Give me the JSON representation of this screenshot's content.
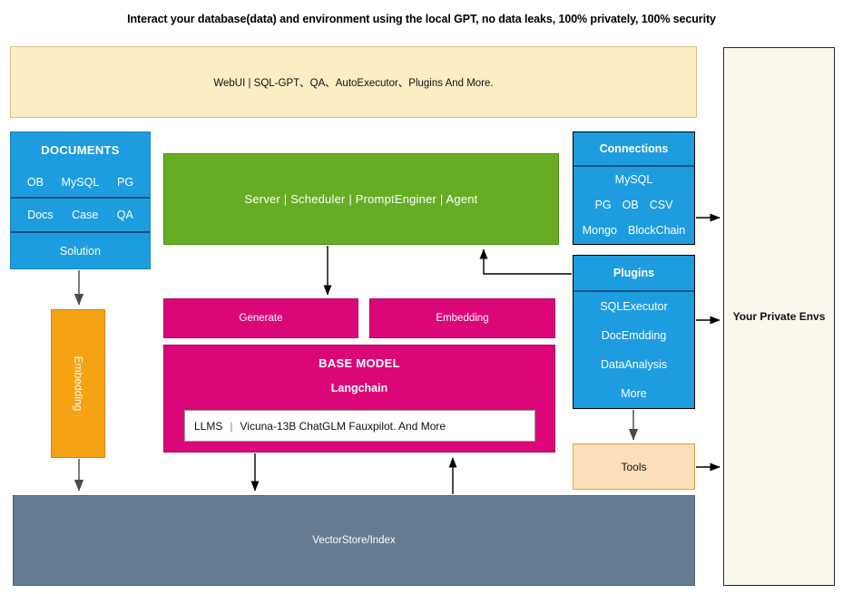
{
  "headline": "Interact your database(data) and environment using the local GPT, no data leaks, 100% privately, 100% security",
  "webui": {
    "label": "WebUI | SQL-GPT、QA、AutoExecutor、Plugins And More.",
    "color": "#FCEDC4"
  },
  "private_envs": {
    "label": "Your Private Envs",
    "color": "#FAF8EC"
  },
  "documents": {
    "title": "DOCUMENTS",
    "databases": [
      "OB",
      "MySQL",
      "PG"
    ],
    "kinds": [
      "Docs",
      "Case",
      "QA"
    ],
    "solution": "Solution",
    "color": "#1E9CE0"
  },
  "server": {
    "label": "Server | Scheduler  | PromptEnginer   |  Agent",
    "color": "#67AD24"
  },
  "connections": {
    "title": "Connections",
    "rows": [
      [
        "MySQL"
      ],
      [
        "PG",
        "OB",
        "CSV"
      ],
      [
        "Mongo",
        "BlockChain"
      ]
    ],
    "color": "#1E9CE0"
  },
  "plugins": {
    "title": "Plugins",
    "items": [
      "SQLExecutor",
      "DocEmdding",
      "DataAnalysis",
      "More"
    ],
    "color": "#1E9CE0"
  },
  "generate": {
    "label": "Generate",
    "color": "#DB0678"
  },
  "embedding_pink": {
    "label": "Embedding",
    "color": "#DB0678"
  },
  "base_model": {
    "title": "BASE MODEL",
    "subtitle": "Langchain",
    "llms_label": "LLMS",
    "separator": "|",
    "llms_list": "Vicuna-13B    ChatGLM   Fauxpilot. And More",
    "color": "#DB0678"
  },
  "embedding_orange": {
    "label": "Embedding",
    "color": "#F5A214"
  },
  "tools": {
    "label": "Tools",
    "color": "#FDDEBB"
  },
  "vectorstore": {
    "label": "VectorStore/Index",
    "color": "#647B91"
  },
  "chart_data": {
    "type": "diagram",
    "title": "Interact your database(data) and environment using the local GPT, no data leaks, 100% privately, 100% security",
    "nodes": [
      {
        "id": "webui",
        "label": "WebUI | SQL-GPT、QA、AutoExecutor、Plugins And More.",
        "color": "#FCEDC4"
      },
      {
        "id": "documents",
        "label": "DOCUMENTS",
        "color": "#1E9CE0"
      },
      {
        "id": "server",
        "label": "Server | Scheduler | PromptEnginer | Agent",
        "color": "#67AD24"
      },
      {
        "id": "connections",
        "label": "Connections",
        "color": "#1E9CE0"
      },
      {
        "id": "plugins",
        "label": "Plugins",
        "color": "#1E9CE0"
      },
      {
        "id": "generate",
        "label": "Generate",
        "color": "#DB0678"
      },
      {
        "id": "embedding_pink",
        "label": "Embedding",
        "color": "#DB0678"
      },
      {
        "id": "base_model",
        "label": "BASE MODEL / Langchain",
        "color": "#DB0678"
      },
      {
        "id": "embedding_orange",
        "label": "Embedding",
        "color": "#F5A214"
      },
      {
        "id": "tools",
        "label": "Tools",
        "color": "#FDDEBB"
      },
      {
        "id": "vectorstore",
        "label": "VectorStore/Index",
        "color": "#647B91"
      },
      {
        "id": "private_envs",
        "label": "Your Private Envs",
        "color": "#FAF8EC"
      }
    ],
    "edges": [
      {
        "from": "documents",
        "to": "embedding_orange"
      },
      {
        "from": "embedding_orange",
        "to": "vectorstore"
      },
      {
        "from": "server",
        "to": "generate"
      },
      {
        "from": "plugins",
        "to": "server"
      },
      {
        "from": "plugins",
        "to": "tools"
      },
      {
        "from": "base_model",
        "to": "vectorstore"
      },
      {
        "from": "vectorstore",
        "to": "embedding_pink"
      },
      {
        "from": "connections",
        "to": "private_envs"
      },
      {
        "from": "plugins",
        "to": "private_envs"
      },
      {
        "from": "tools",
        "to": "private_envs"
      }
    ]
  }
}
